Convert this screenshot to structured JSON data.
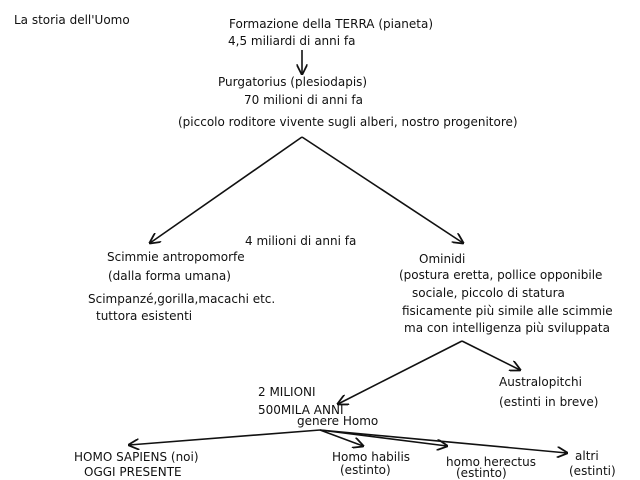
{
  "page_title": "La storia dell'Uomo",
  "nodes": {
    "terra": [
      "Formazione della TERRA (pianeta)",
      "4,5 miliardi di anni fa"
    ],
    "purgatorius": [
      "Purgatorius (plesiodapis)",
      "70 milioni di anni fa",
      "(piccolo roditore vivente sugli alberi, nostro progenitore)"
    ],
    "time_4m": "4 milioni di anni fa",
    "scimmie": [
      "Scimmie antropomorfe",
      "(dalla forma umana)",
      "Scimpanzé,gorilla,macachi etc.",
      "tuttora esistenti"
    ],
    "ominidi": [
      "Ominidi",
      "(postura eretta, pollice opponibile",
      "sociale, piccolo di statura",
      "fisicamente più simile alle scimmie",
      "ma con intelligenza più sviluppata"
    ],
    "australopitechi": [
      "Australopitchi",
      "(estinti in breve)"
    ],
    "time_2m": [
      "2 MILIONI",
      "500MILA ANNI"
    ],
    "homo": "genere Homo",
    "sapiens": [
      "HOMO SAPIENS (noi)",
      "OGGI PRESENTE"
    ],
    "habilis": [
      "Homo habilis",
      "(estinto)"
    ],
    "herectus": [
      "homo herectus",
      "(estinto)"
    ],
    "altri": [
      "altri",
      "(estinti)"
    ]
  },
  "colors": {
    "ink": "#111111",
    "background": "#ffffff"
  }
}
